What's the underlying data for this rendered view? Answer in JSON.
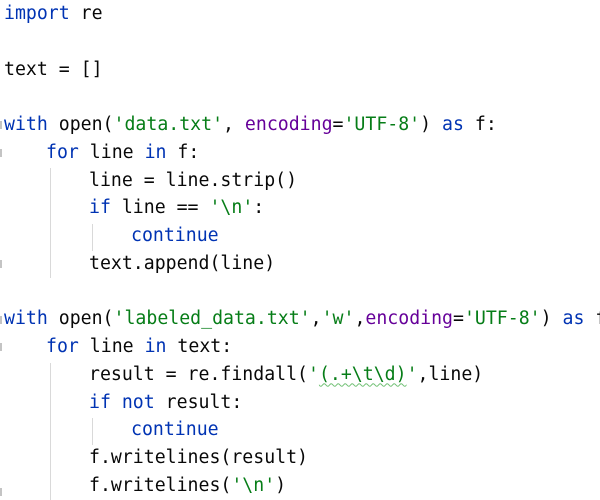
{
  "code": {
    "keywords": {
      "import": "import",
      "with": "with",
      "as": "as",
      "for": "for",
      "in": "in",
      "if": "if",
      "not": "not",
      "continue": "continue"
    },
    "line1": {
      "module": " re"
    },
    "line3": {
      "text": "text = []"
    },
    "line5": {
      "open": " open(",
      "file": "'data.txt'",
      "comma": ", ",
      "param": "encoding",
      "eq": "=",
      "enc": "'UTF-8'",
      "close": ") ",
      "var": " f:"
    },
    "line6": {
      "mid": " line ",
      "end": " f:"
    },
    "line7": {
      "text": "line = line.strip()"
    },
    "line8": {
      "mid": " line == ",
      "str": "'\\n'",
      "end": ":"
    },
    "line10": {
      "text": "text.append(line)"
    },
    "line12": {
      "open": " open(",
      "file": "'labeled_data.txt'",
      "comma1": ",",
      "mode": "'w'",
      "comma2": ",",
      "param": "encoding",
      "eq": "=",
      "enc": "'UTF-8'",
      "close": ") ",
      "var": " f:"
    },
    "line13": {
      "mid": " line ",
      "end": " text:"
    },
    "line14": {
      "pre": "result = re.findall(",
      "q1": "'",
      "pattern": "(.+\\t\\d)",
      "q2": "'",
      "post": ",line)"
    },
    "line15": {
      "mid": " ",
      "mid2": " result:"
    },
    "line17": {
      "text": "f.writelines(result)"
    },
    "line18": {
      "pre": "f.writelines(",
      "str": "'\\n'",
      "post": ")"
    }
  }
}
